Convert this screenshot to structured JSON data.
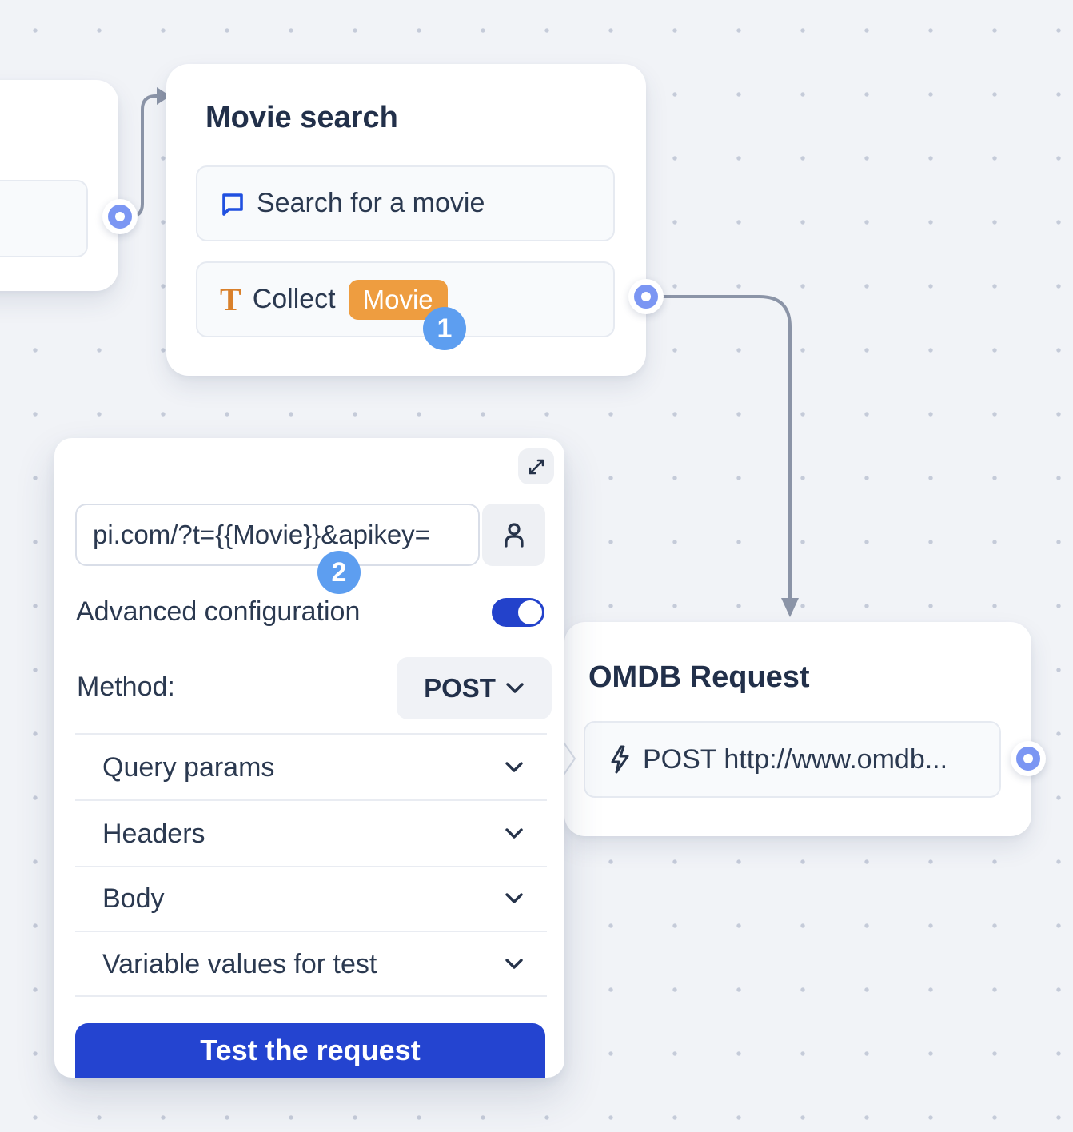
{
  "canvas": {
    "colors": {
      "background": "#f1f3f7",
      "grid_dot": "#c5cbd9",
      "connector": "#8b94a7",
      "port_ring": "#7b96f3",
      "step_badge": "#5d9ef0",
      "brand_blue": "#2444d0",
      "accent_orange": "#ee9d40",
      "icon_blue": "#2050e0",
      "text_dark": "#2b3950"
    }
  },
  "nodes": {
    "movie_search": {
      "title": "Movie search",
      "rows": [
        {
          "icon": "chat-bubble-icon",
          "label": "Search for a movie"
        },
        {
          "icon": "text-collect-icon",
          "icon_glyph": "T",
          "label": "Collect",
          "badge": "Movie"
        }
      ]
    },
    "omdb_request": {
      "title": "OMDB Request",
      "rows": [
        {
          "icon": "lightning-icon",
          "label": "POST http://www.omdb..."
        }
      ]
    }
  },
  "panel": {
    "expand_icon": "expand-icon",
    "url_input": {
      "value": "pi.com/?t={{Movie}}&apikey="
    },
    "user_button_icon": "person-icon",
    "advanced_label": "Advanced configuration",
    "advanced_toggle_on": true,
    "method_label": "Method:",
    "method_value": "POST",
    "sections": [
      {
        "label": "Query params"
      },
      {
        "label": "Headers"
      },
      {
        "label": "Body"
      },
      {
        "label": "Variable values for test"
      }
    ],
    "test_button_label": "Test the request"
  },
  "annotations": {
    "step1": "1",
    "step2": "2"
  }
}
